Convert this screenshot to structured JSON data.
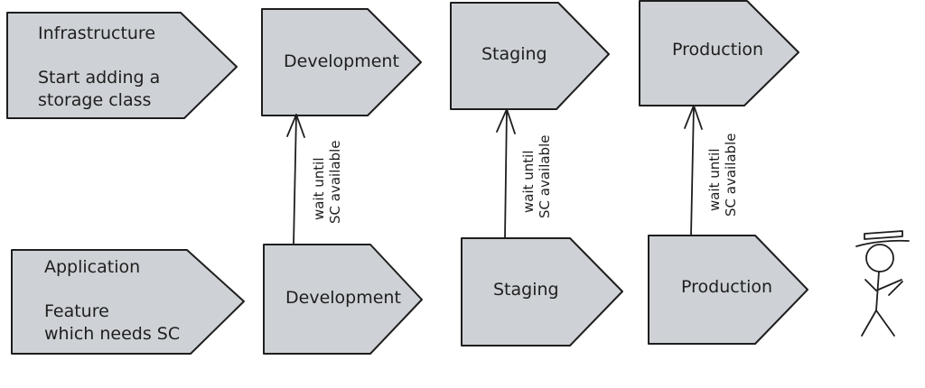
{
  "infrastructure": {
    "title": "Infrastructure",
    "note_line1": "Start adding a",
    "note_line2": "storage class"
  },
  "application": {
    "title": "Application",
    "note_line1": "Feature",
    "note_line2": "which needs SC"
  },
  "stages": {
    "dev": "Development",
    "staging": "Staging",
    "prod": "Production"
  },
  "wait_label": {
    "line1": "wait until",
    "line2": "SC available"
  },
  "colors": {
    "shape_fill": "#ced2d6",
    "stroke": "#1e1e1e"
  }
}
